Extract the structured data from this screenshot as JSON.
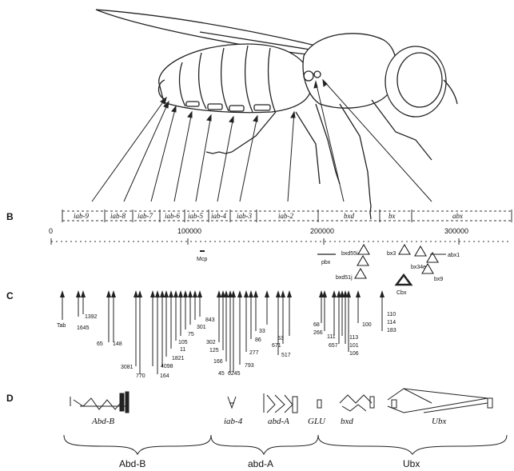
{
  "panel_labels": {
    "b": "B",
    "c": "C",
    "d": "D"
  },
  "regions": [
    "iab-9",
    "iab-8",
    "iab-7",
    "iab-6",
    "iab-5",
    "iab-4",
    "iab-3",
    "iab-2",
    "bxd",
    "bx",
    "abx"
  ],
  "scale": {
    "zero": "0",
    "hundredk": "100000",
    "twohundredk": "200000",
    "threehundredk": "300000"
  },
  "mutants": {
    "mcp": "Mcp",
    "pbx": "pbx",
    "bxd55i": "bxd55i",
    "bxd51j": "bxd51j",
    "bx3": "bx3",
    "bx34e": "bx34e",
    "bx9": "bx9",
    "abx1": "abx1",
    "cbx": "Cbx"
  },
  "breakpoints": {
    "l1392": "1392",
    "l1645": "1645",
    "ltab": "Tab",
    "l65": "65",
    "l148": "148",
    "l3081": "3081",
    "l770": "770",
    "l164": "164",
    "l4098": "4098",
    "l1821": "1821",
    "l11": "11",
    "l105": "105",
    "l75": "75",
    "l301": "301",
    "l843": "843",
    "l302": "302",
    "l125": "125",
    "l166": "166",
    "l45": "45",
    "l6245": "6245",
    "l793": "793",
    "l277": "277",
    "l86": "86",
    "l33": "33",
    "l53": "53",
    "l671": "671",
    "l517": "517",
    "l68": "68",
    "l266": "266",
    "l111": "111",
    "l657": "657",
    "l113": "113",
    "l101": "101",
    "l106": "106",
    "l100": "100",
    "l110": "110",
    "l114": "114",
    "l183": "183"
  },
  "transcripts": {
    "abdb": "Abd-B",
    "iab4": "iab-4",
    "abda": "abd-A",
    "glu": "GLU",
    "bxd": "bxd",
    "ubx": "Ubx"
  },
  "domains": {
    "abdb": "Abd-B",
    "abda": "abd-A",
    "ubx": "Ubx"
  }
}
